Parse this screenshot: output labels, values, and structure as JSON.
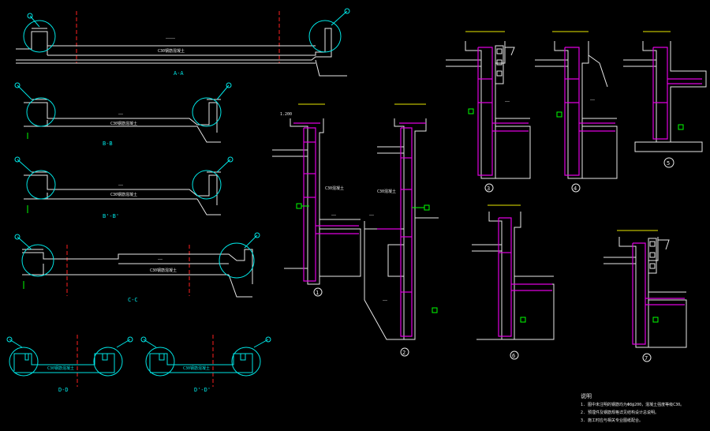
{
  "drawing_background": "#000000",
  "colors": {
    "outline": "#e8e8e8",
    "cyan": "#00e5e5",
    "rebar": "#e000e0",
    "axis": "#ff2020",
    "marker": "#00ff00",
    "dim": "#e8e800"
  },
  "section_labels": {
    "aa": "A-A",
    "bb": "B-B",
    "bb2": "B'-B'",
    "cc": "C-C",
    "dd": "D-D",
    "dd2": "D'-D'"
  },
  "detail_numbers": {
    "d1": "1",
    "d2": "2",
    "d3": "3",
    "d4": "4",
    "d5": "5",
    "d6": "6",
    "d7": "7"
  },
  "notes": {
    "title": "说明",
    "lines": [
      "1. 图中未注明的钢筋均为Φ8@200，混凝土强度等级C30。",
      "2. 预埋件及钢筋规格详见结构设计总说明。",
      "3. 施工时应与相关专业图纸配合。"
    ]
  }
}
